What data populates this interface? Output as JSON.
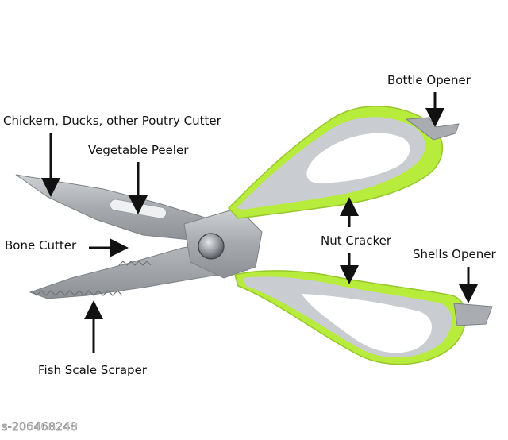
{
  "labels": {
    "bottle_opener": "Bottle Opener",
    "poultry_cutter": "Chickern, Ducks, other Poutry Cutter",
    "vegetable_peeler": "Vegetable Peeler",
    "bone_cutter": "Bone Cutter",
    "nut_cracker": "Nut Cracker",
    "shells_opener": "Shells Opener",
    "fish_scale_scraper": "Fish Scale Scraper"
  },
  "watermark": "s-206468248",
  "colors": {
    "background": "#ffffff",
    "handle_green": "#b8ec3c",
    "handle_gray": "#c9ccd0",
    "blade_steel": "#a9adb1",
    "arrow": "#111111"
  }
}
